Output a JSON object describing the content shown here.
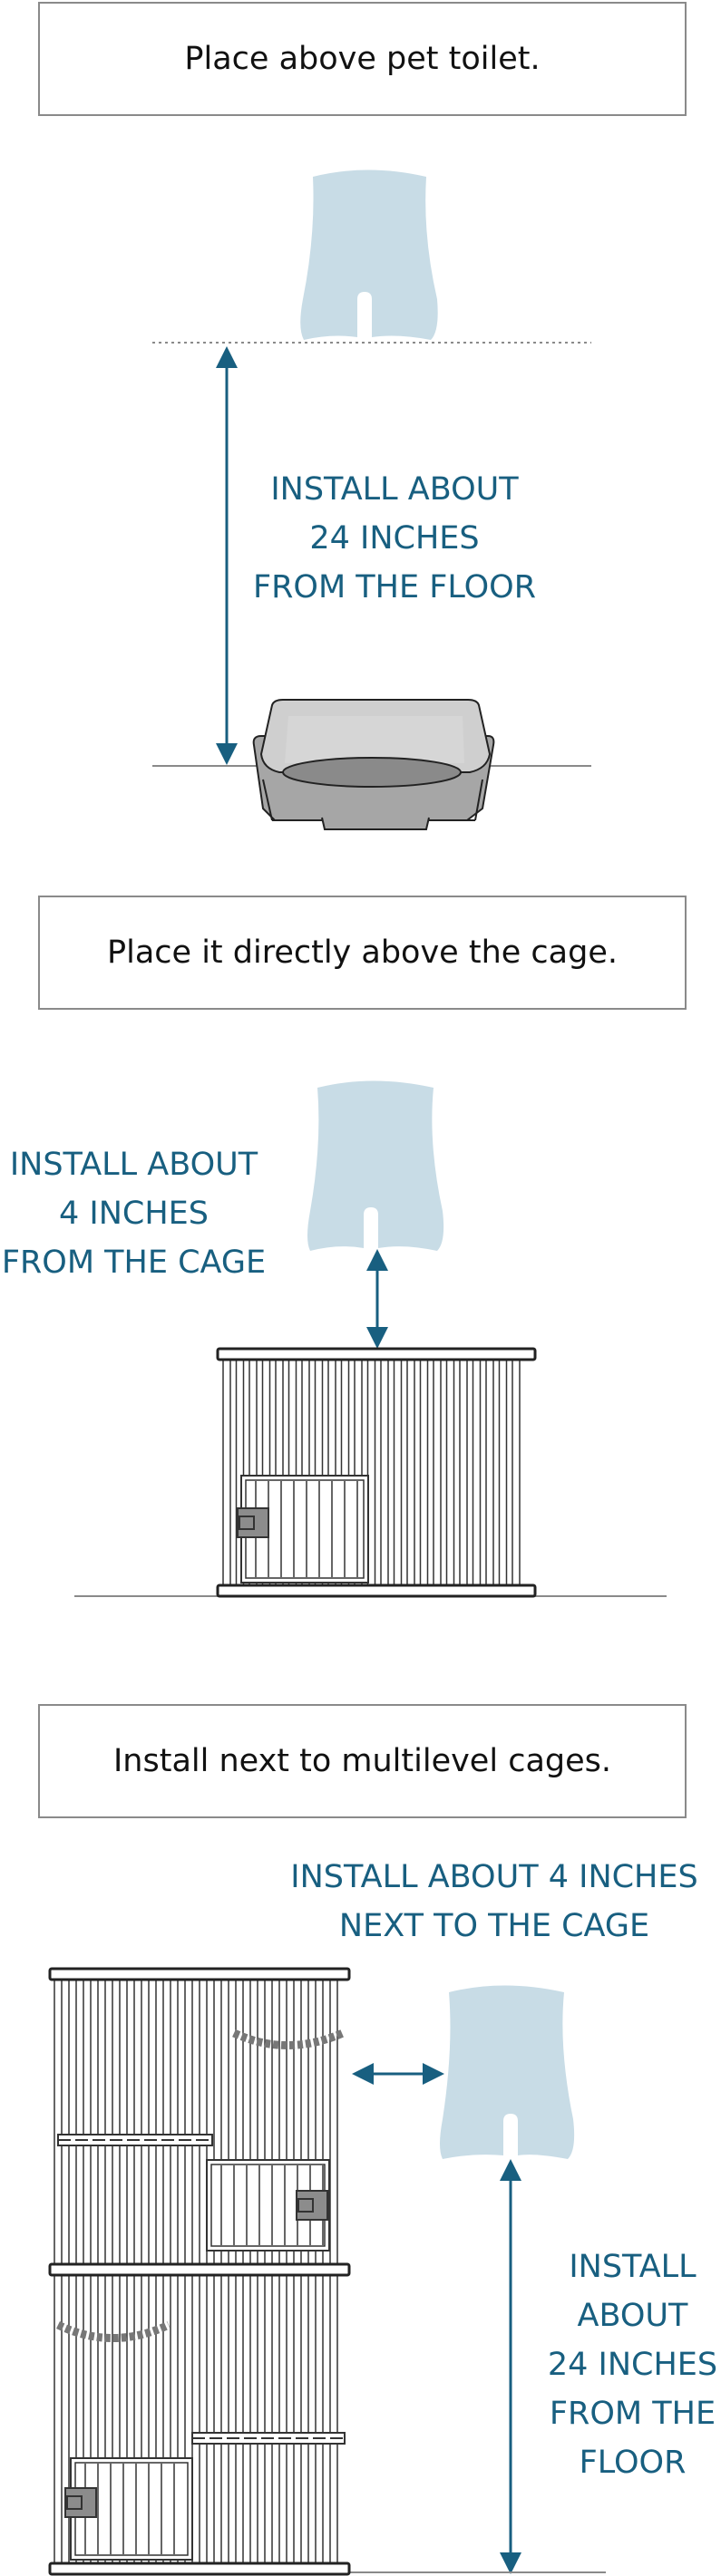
{
  "section1": {
    "title": "Place above pet toilet.",
    "label_lines": [
      "INSTALL ABOUT",
      "24 INCHES",
      "FROM THE FLOOR"
    ]
  },
  "section2": {
    "title": "Place it directly above the cage.",
    "label_lines": [
      "INSTALL ABOUT",
      "4 INCHES",
      "FROM THE CAGE"
    ]
  },
  "section3": {
    "title": "Install next to multilevel cages.",
    "side_label_lines": [
      "INSTALL ABOUT 4 INCHES",
      "NEXT TO THE CAGE"
    ],
    "floor_label_lines": [
      "INSTALL",
      "ABOUT",
      "24 INCHES",
      "FROM THE",
      "FLOOR"
    ]
  },
  "colors": {
    "accent": "#185f80",
    "device": "#c8dce6",
    "tray_gray": "#a0a0a0",
    "line_gray": "#8a8a8a"
  }
}
